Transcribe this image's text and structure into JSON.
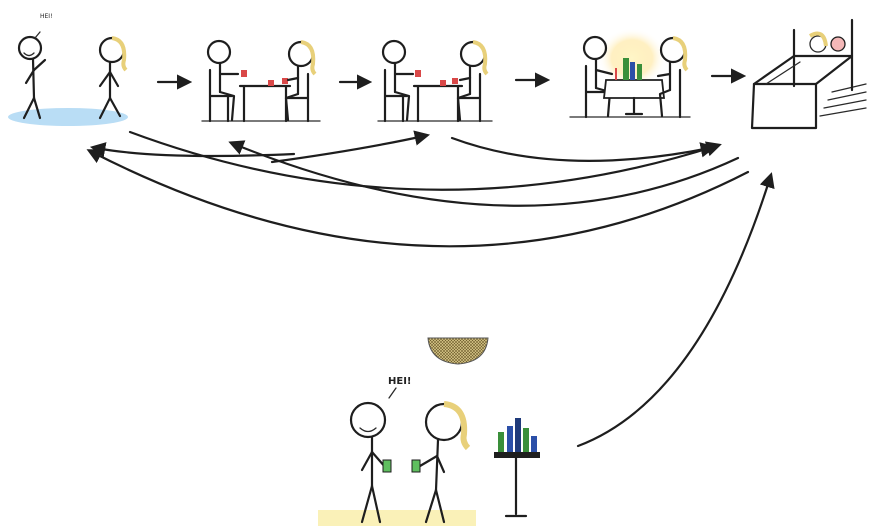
{
  "greeting_small": "HEI!",
  "greeting_large": "HEI!",
  "colors": {
    "ink": "#1e1e1e",
    "blonde_hair": "#e8d07a",
    "street_floor": "#a8d4f2",
    "bar_floor": "#faf0b0",
    "cup": "#d94848",
    "drink": "#5fbf5f",
    "candle_glow": "#fff0b8",
    "bottle_green": "#3a8f3a",
    "bottle_blue": "#2b4fa8"
  },
  "scenes": [
    {
      "name": "meeting-on-street"
    },
    {
      "name": "coffee-date"
    },
    {
      "name": "second-coffee-date"
    },
    {
      "name": "candlelit-dinner"
    },
    {
      "name": "bedroom"
    }
  ],
  "alternative_scene": {
    "name": "bar-meeting"
  }
}
